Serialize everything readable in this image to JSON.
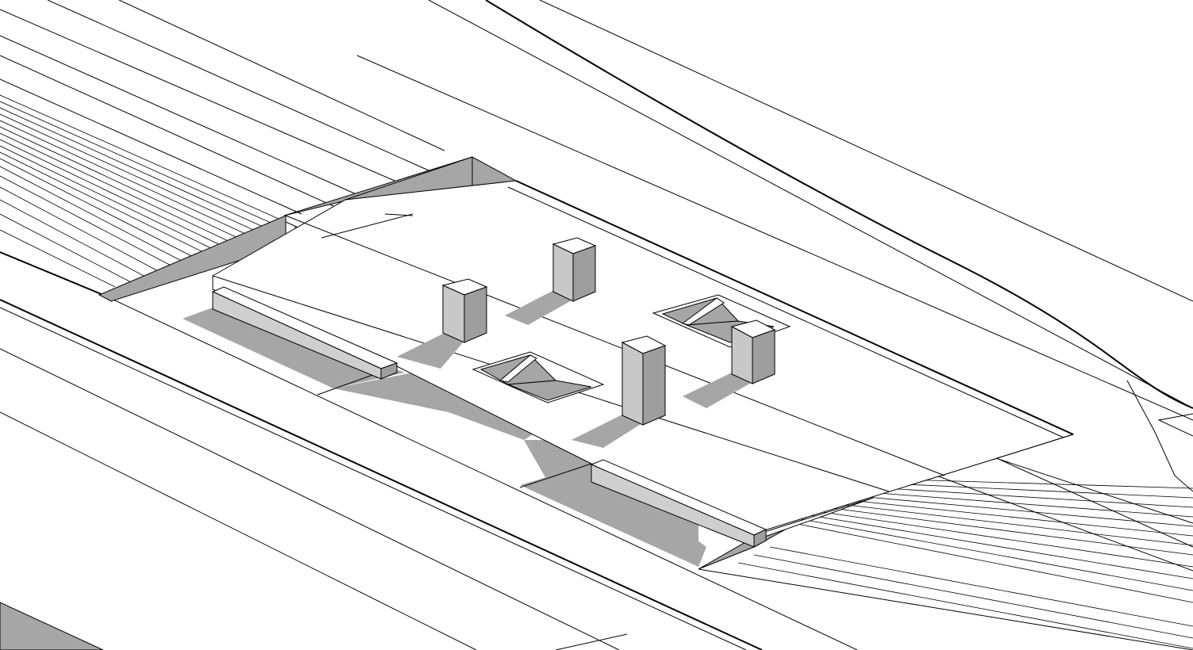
{
  "view": {
    "title": "",
    "style": "hidden-line axonometric with shadows"
  },
  "colors": {
    "background": "#ffffff",
    "line": "#000000",
    "shadow": "#a6a6a6",
    "face_light": "#ffffff",
    "face_mid": "#c8c8c8",
    "face_dark": "#9e9e9e"
  },
  "scene": {
    "objects": [
      {
        "name": "roof-slab"
      },
      {
        "name": "column-1"
      },
      {
        "name": "column-2"
      },
      {
        "name": "column-3"
      },
      {
        "name": "column-4"
      },
      {
        "name": "skylight-opening-1"
      },
      {
        "name": "skylight-opening-2"
      },
      {
        "name": "bench-left"
      },
      {
        "name": "bench-right"
      },
      {
        "name": "ramp-left"
      },
      {
        "name": "ramp-right"
      },
      {
        "name": "roadway"
      }
    ]
  }
}
